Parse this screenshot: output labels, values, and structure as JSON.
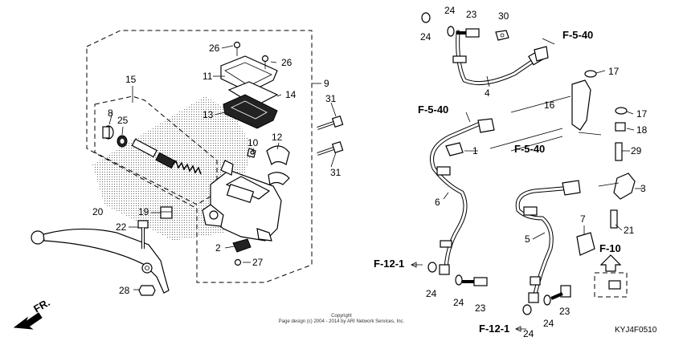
{
  "callouts": {
    "c1": "1",
    "c2": "2",
    "c3": "3",
    "c4": "4",
    "c5": "5",
    "c6": "6",
    "c7": "7",
    "c8": "8",
    "c9": "9",
    "c10": "10",
    "c11": "11",
    "c12": "12",
    "c13": "13",
    "c14": "14",
    "c15": "15",
    "c16": "16",
    "c17a": "17",
    "c17b": "17",
    "c18": "18",
    "c19": "19",
    "c20": "20",
    "c21": "21",
    "c22": "22",
    "c23a": "23",
    "c23b": "23",
    "c23c": "23",
    "c24a": "24",
    "c24b": "24",
    "c24c": "24",
    "c24d": "24",
    "c24e": "24",
    "c24f": "24",
    "c25": "25",
    "c26a": "26",
    "c26b": "26",
    "c27": "27",
    "c28": "28",
    "c29": "29",
    "c30": "30",
    "c31a": "31",
    "c31b": "31"
  },
  "refs": {
    "f540_top": "F-5-40",
    "f540_mid": "F-5-40",
    "f540_right": "F-5-40",
    "f10": "F-10",
    "f121_left": "F-12-1",
    "f121_bottom": "F-12-1"
  },
  "front_label": "FR.",
  "copyright_title": "Copyright",
  "copyright_text": "Page design (c) 2004 - 2014 by ARI Network Services, Inc.",
  "diagram_code": "KYJ4F0510"
}
